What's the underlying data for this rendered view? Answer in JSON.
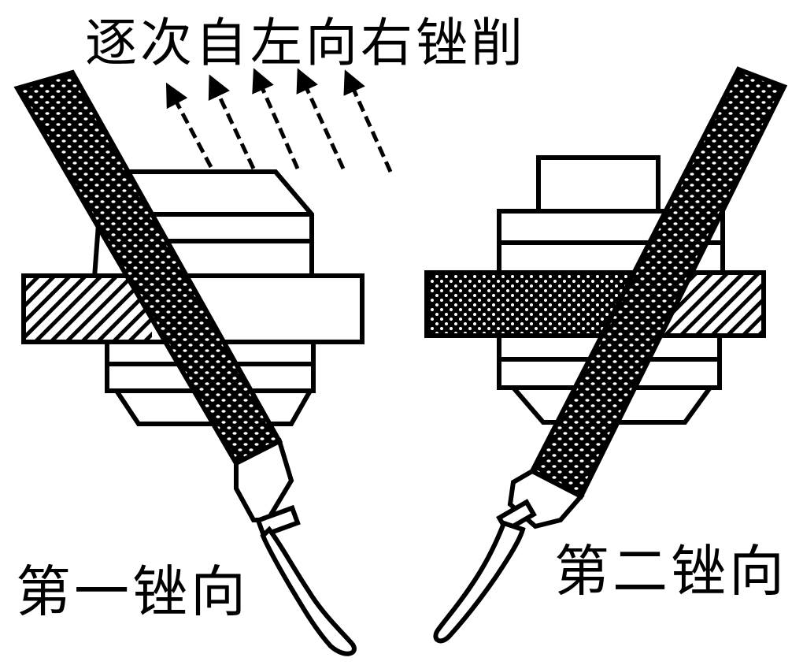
{
  "title": "逐次自左向右锉削",
  "labels": {
    "first": "第一锉向",
    "second": "第二锉向"
  },
  "colors": {
    "ink": "#000000",
    "paper": "#ffffff"
  },
  "icons": [
    "file-tool-icon",
    "vise-icon",
    "arrow-icon"
  ]
}
